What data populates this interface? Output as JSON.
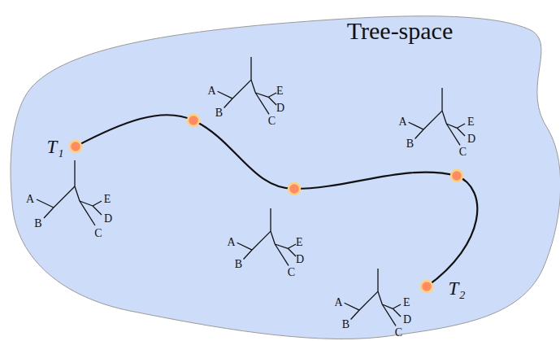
{
  "diagram": {
    "labels": [
      "Tree-space",
      "T₁",
      "A",
      "B",
      "C",
      "D",
      "E",
      "A",
      "B",
      "C",
      "D",
      "E",
      "A",
      "B",
      "C",
      "D",
      "E",
      "A",
      "B",
      "C",
      "D",
      "E",
      "A",
      "B",
      "C",
      "D",
      "E",
      "T₂"
    ]
  }
}
